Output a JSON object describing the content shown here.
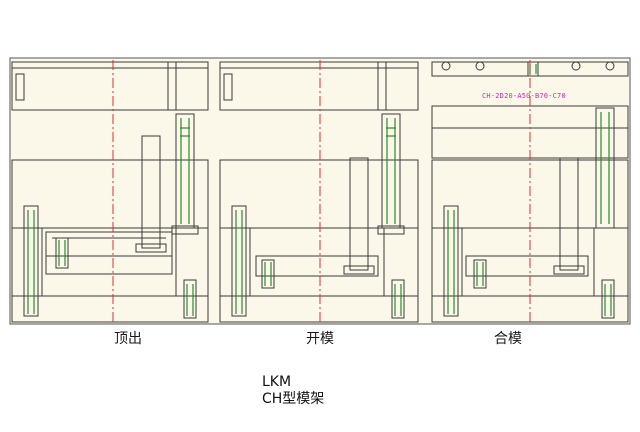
{
  "panels": [
    {
      "label": "顶出"
    },
    {
      "label": "开模"
    },
    {
      "label": "合模"
    }
  ],
  "part_code": "CH-2D20-A50-B70-C70",
  "caption": {
    "line1": "LKM",
    "line2": "CH型模架"
  },
  "colors": {
    "background": "#fbf8ea",
    "outline": "#3a3a3a",
    "centerline": "#e0302a",
    "pin": "#2a8a2a",
    "part_code": "#d41cc8"
  }
}
